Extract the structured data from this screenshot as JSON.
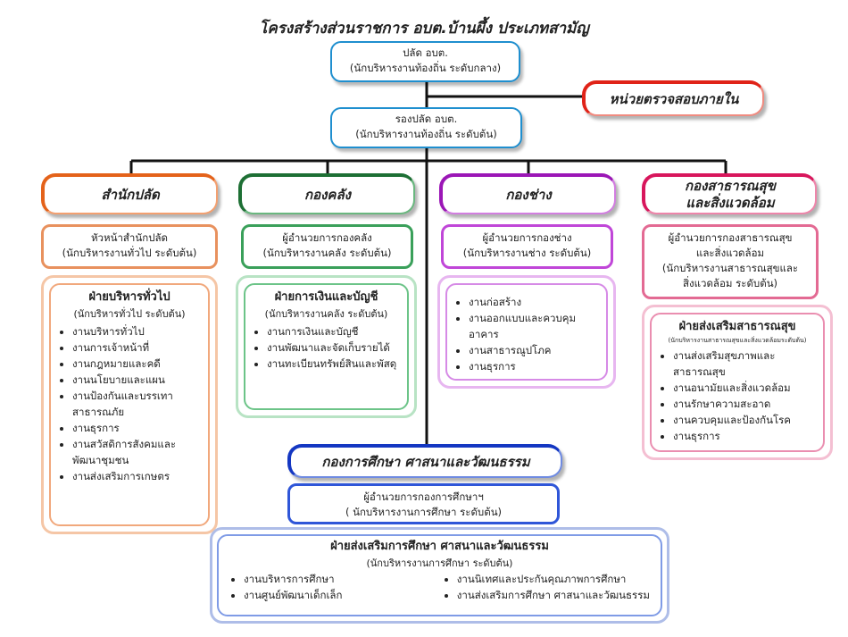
{
  "title": "โครงสร้างส่วนราชการ อบต.บ้านผึ้ง ประเภทสามัญ",
  "palad": {
    "line1": "ปลัด อบต.",
    "line2": "(นักบริหารงานท้องถิ่น ระดับกลาง)"
  },
  "audit": {
    "label": "หน่วยตรวจสอบภายใน"
  },
  "deputy": {
    "line1": "รองปลัด อบต.",
    "line2": "(นักบริหารงานท้องถิ่น ระดับต้น)"
  },
  "divisions": {
    "office": {
      "head": "สำนักปลัด",
      "chief_line1": "หัวหน้าสำนักปลัด",
      "chief_line2": "(นักบริหารงานทั่วไป ระดับต้น)",
      "section_title": "ฝ่ายบริหารทั่วไป",
      "section_sub": "(นักบริหารทั่วไป ระดับต้น)",
      "items": [
        "งานบริหารทั่วไป",
        "งานการเจ้าหน้าที่",
        "งานกฎหมายและคดี",
        "งานนโยบายและแผน",
        "งานป้องกันและบรรเทาสาธารณภัย",
        "งานธุรการ",
        "งานสวัสดิการสังคมและพัฒนาชุมชน",
        "งานส่งเสริมการเกษตร"
      ]
    },
    "finance": {
      "head": "กองคลัง",
      "chief_line1": "ผู้อำนวยการกองคลัง",
      "chief_line2": "(นักบริหารงานคลัง ระดับต้น)",
      "section_title": "ฝ่ายการเงินและบัญชี",
      "section_sub": "(นักบริหารงานคลัง ระดับต้น)",
      "items": [
        "งานการเงินและบัญชี",
        "งานพัฒนาและจัดเก็บรายได้",
        "งานทะเบียนทรัพย์สินและพัสดุ"
      ]
    },
    "engineering": {
      "head": "กองช่าง",
      "chief_line1": "ผู้อำนวยการกองช่าง",
      "chief_line2": "(นักบริหารงานช่าง ระดับต้น)",
      "items": [
        "งานก่อสร้าง",
        "งานออกแบบและควบคุมอาคาร",
        "งานสาธารณูปโภค",
        "งานธุรการ"
      ]
    },
    "health": {
      "head_line1": "กองสาธารณสุข",
      "head_line2": "และสิ่งแวดล้อม",
      "chief_line1": "ผู้อำนวยการกองสาธารณสุข",
      "chief_line2": "และสิ่งแวดล้อม",
      "chief_line3": "(นักบริหารงานสาธารณสุขและ",
      "chief_line4": "สิ่งแวดล้อม ระดับต้น)",
      "section_title": "ฝ่ายส่งเสริมสาธารณสุข",
      "section_sub": "(นักบริหารงานสาธารณสุขและสิ่งแวดล้อมระดับต้น)",
      "items": [
        "งานส่งเสริมสุขภาพและสาธารณสุข",
        "งานอนามัยและสิ่งแวดล้อม",
        "งานรักษาความสะอาด",
        "งานควบคุมและป้องกันโรค",
        "งานธุรการ"
      ]
    },
    "education": {
      "head": "กองการศึกษา ศาสนาและวัฒนธรรม",
      "chief_line1": "ผู้อำนวยการกองการศึกษาฯ",
      "chief_line2": "( นักบริหารงานการศึกษา ระดับต้น)",
      "section_title": "ฝ่ายส่งเสริมการศึกษา ศาสนาและวัฒนธรรม",
      "section_sub": "(นักบริหารงานการศึกษา ระดับต้น)",
      "items_left": [
        "งานบริหารการศึกษา",
        "งานศูนย์พัฒนาเด็กเล็ก"
      ],
      "items_right": [
        "งานนิเทศและประกันคุณภาพการศึกษา",
        "งานส่งเสริมการศึกษา ศาสนาและวัฒนธรรม"
      ]
    }
  },
  "colors": {
    "line": "#111111",
    "office": "#e4621a",
    "finance": "#1d6f34",
    "engineering": "#9b16b6",
    "health": "#d8165c",
    "education": "#1437c2",
    "audit": "#e02318",
    "top_boxes": "#1f8fcf"
  }
}
